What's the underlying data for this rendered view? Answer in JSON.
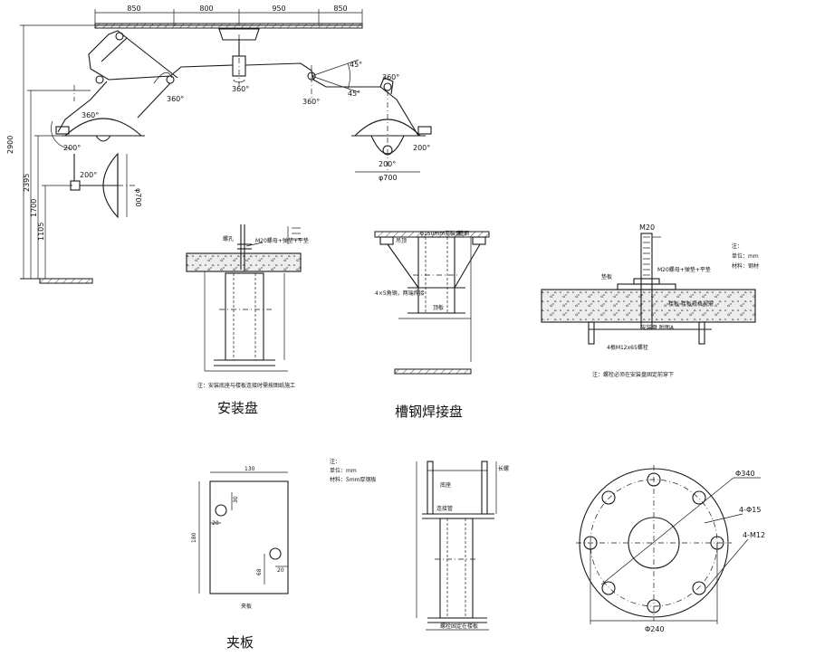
{
  "top_assembly": {
    "top_dims": [
      "850",
      "800",
      "950",
      "850"
    ],
    "left_dims": [
      "2900",
      "2395",
      "1700",
      "1105"
    ],
    "rotation_labels": [
      "360°",
      "360°",
      "360°",
      "360°",
      "360°"
    ],
    "tilt_labels": [
      "200°",
      "200°",
      "200°",
      "200°"
    ],
    "angle_labels": [
      "45°",
      "45°"
    ],
    "diameter_labels": [
      "φ700",
      "φ700"
    ]
  },
  "mounting_plate": {
    "caption": "安装盘",
    "labels": [
      "螺孔",
      "M20螺母+弹垫+平垫",
      "注：安装底座与楼板连接时需按图纸施工"
    ]
  },
  "channel_plate": {
    "caption": "槽钢焊接盘",
    "labels": [
      "吊顶",
      "φ150mm安装盘",
      "槽钢",
      "4×5角钢，两端焊接",
      "顶板"
    ]
  },
  "ceiling_detail": {
    "bolt_label": "M20",
    "labels": [
      "垫板",
      "M20螺母+弹垫+平垫",
      "楼板 楼板规格视需",
      "安装盘 附图A",
      "4根M12x65螺栓"
    ],
    "notes": [
      "注：",
      "单位：mm",
      "材料：钢材"
    ],
    "footnote": "注：螺栓必须在安装盘固定前穿下"
  },
  "clamp_plate": {
    "caption": "夹板",
    "sub_caption": "夹板",
    "dims": [
      "130",
      "180",
      "30",
      "20",
      "68",
      "20"
    ],
    "notes": [
      "注：",
      "单位：mm",
      "材料：5mm厚钢板"
    ]
  },
  "weld_assembly": {
    "labels": [
      "长螺",
      "底座",
      "连接管",
      "螺栓固定在楼板"
    ]
  },
  "flange": {
    "labels": [
      "Φ340",
      "4-Φ15",
      "4-M12",
      "Φ240"
    ]
  }
}
